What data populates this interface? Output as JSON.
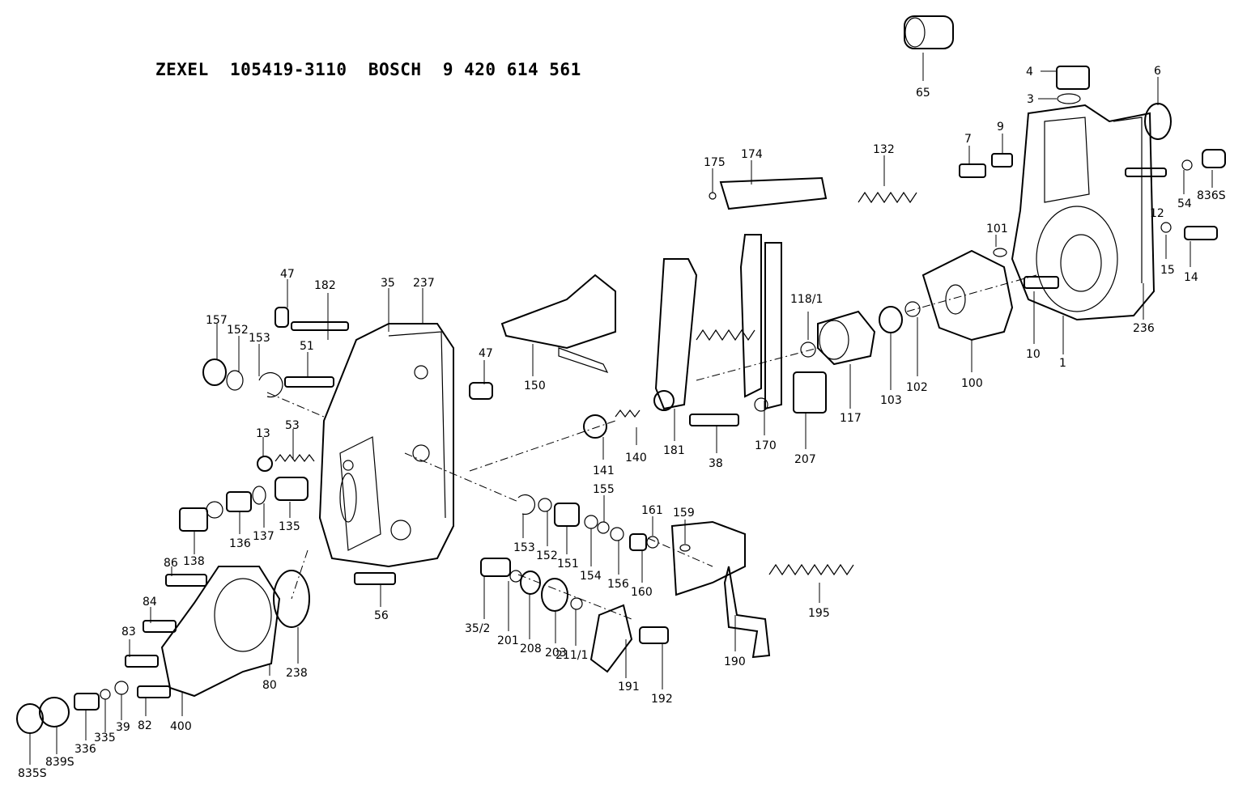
{
  "title": "ZEXEL  105419-3110  BOSCH  9 420 614 561",
  "labels": [
    "65",
    "4",
    "3",
    "6",
    "9",
    "7",
    "175",
    "174",
    "132",
    "12",
    "54",
    "836S",
    "15",
    "14",
    "101",
    "236",
    "10",
    "1",
    "100",
    "102",
    "103",
    "117",
    "118/1",
    "170",
    "207",
    "181",
    "38",
    "140",
    "141",
    "47",
    "182",
    "35",
    "237",
    "157",
    "152",
    "153",
    "51",
    "47",
    "150",
    "13",
    "53",
    "135",
    "137",
    "136",
    "138",
    "86",
    "84",
    "83",
    "82",
    "39",
    "335",
    "336",
    "839S",
    "835S",
    "400",
    "80",
    "238",
    "56",
    "35/2",
    "201",
    "208",
    "203",
    "211/1",
    "153",
    "152",
    "151",
    "154",
    "155",
    "156",
    "160",
    "161",
    "159",
    "191",
    "192",
    "190",
    "195"
  ]
}
